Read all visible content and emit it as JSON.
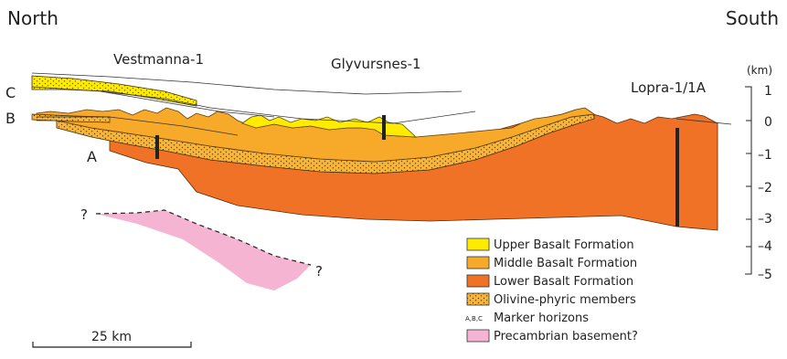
{
  "direction": {
    "left": "North",
    "right": "South"
  },
  "wells": [
    {
      "id": "vestmanna",
      "label": "Vestmanna-1"
    },
    {
      "id": "glyvursnes",
      "label": "Glyvursnes-1"
    },
    {
      "id": "lopra",
      "label": "Lopra-1/1A"
    }
  ],
  "horizons": {
    "C": "C",
    "B": "B",
    "A": "A"
  },
  "depth_axis": {
    "unit": "(km)",
    "ticks": [
      "1",
      "0",
      "–1",
      "–2",
      "–3",
      "–4",
      "–5"
    ]
  },
  "basement_question_marks": [
    "?",
    "?"
  ],
  "legend": [
    {
      "key": "upper",
      "label": "Upper Basalt Formation",
      "color": "#ffeb00"
    },
    {
      "key": "middle",
      "label": "Middle Basalt Formation",
      "color": "#f7a929"
    },
    {
      "key": "lower",
      "label": "Lower Basalt Formation",
      "color": "#f07226"
    },
    {
      "key": "olivine",
      "label": "Olivine-phyric members",
      "color": "#f7b53a"
    },
    {
      "key": "markers",
      "symbol": "A,B,C",
      "label": "Marker horizons"
    },
    {
      "key": "basement",
      "label": "Precambrian basement?",
      "color": "#f5b5d2"
    }
  ],
  "scale_bar": {
    "label": "25 km"
  }
}
